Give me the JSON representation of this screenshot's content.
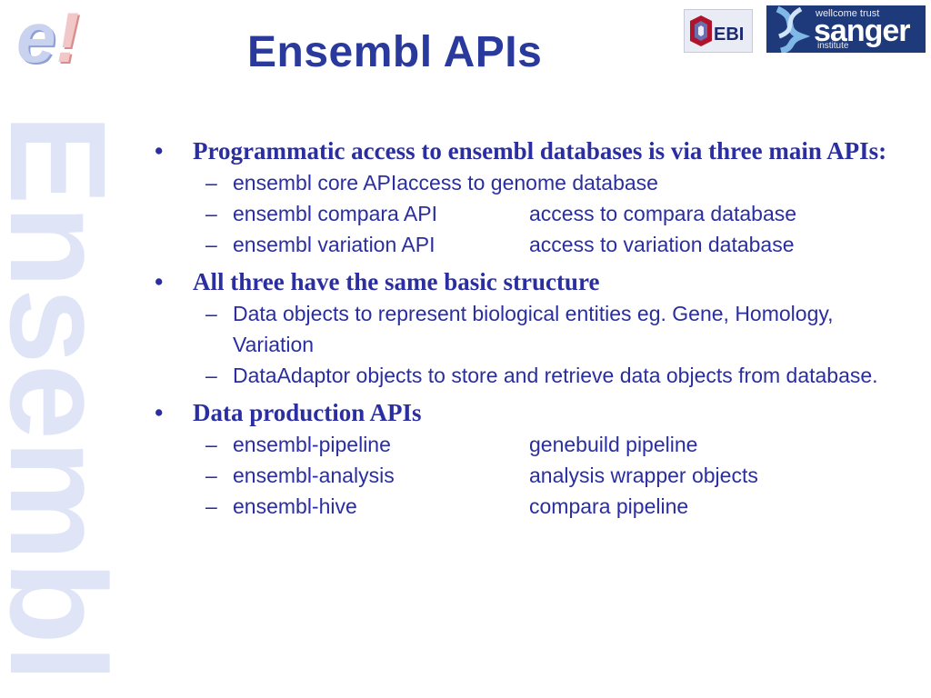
{
  "slide": {
    "title": "Ensembl APIs",
    "logo_text": "e!",
    "watermark_text": "Ensembl",
    "logos": {
      "ebi_text": "EBI",
      "sanger_top": "wellcome trust",
      "sanger_main": "sanger",
      "sanger_bottom": "institute"
    }
  },
  "bullets": [
    {
      "text": "Programmatic access to ensembl databases is via three main APIs:",
      "sub": [
        {
          "a": "ensembl core API",
          "b": "access to genome database"
        },
        {
          "a": "ensembl compara API",
          "b": "access to compara database"
        },
        {
          "a": "ensembl variation API",
          "b": "access to variation database"
        }
      ]
    },
    {
      "text": "All three have the same basic structure",
      "sub": [
        {
          "a": "Data objects to represent biological entities eg. Gene, Homology, Variation"
        },
        {
          "a": "DataAdaptor objects to store and retrieve data objects from database."
        }
      ]
    },
    {
      "text": "Data production APIs",
      "sub": [
        {
          "a": "ensembl-pipeline",
          "b": "genebuild pipeline"
        },
        {
          "a": "ensembl-analysis",
          "b": "analysis wrapper objects"
        },
        {
          "a": "ensembl-hive",
          "b": "compara pipeline"
        }
      ]
    }
  ],
  "colors": {
    "title": "#2a3a9c",
    "text": "#2a2ea0",
    "watermark": "#dfe5f7"
  }
}
